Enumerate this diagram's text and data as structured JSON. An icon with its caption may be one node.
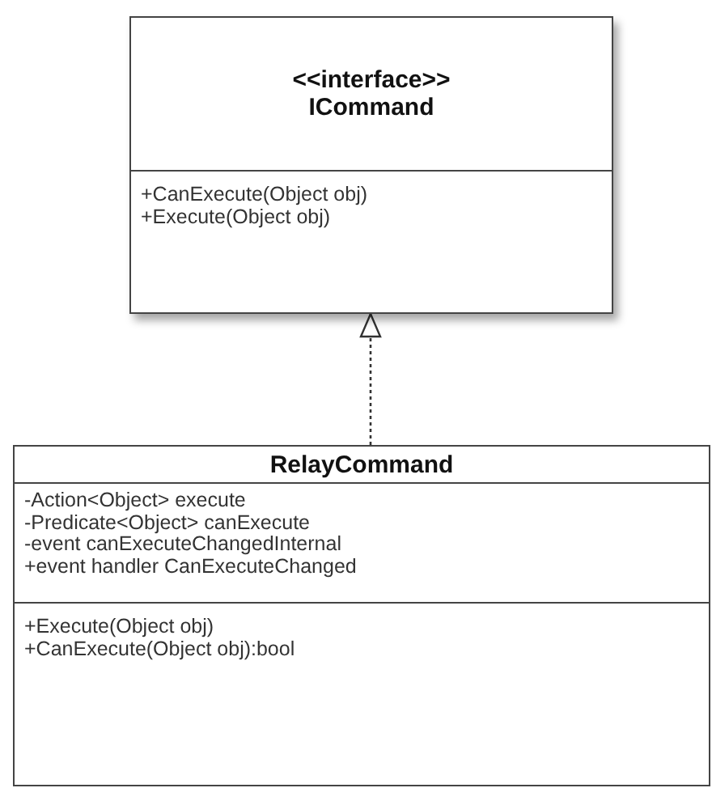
{
  "diagram": {
    "nodes": [
      {
        "text": [
          "<<interface>>",
          "ICommand",
          "+CanExecute(Object obj)",
          "+Execute(Object obj)"
        ]
      },
      {
        "text": [
          "RelayCommand",
          "-Action<Object> execute",
          "-Predicate<Object> canExecute",
          "-event canExecuteChangedInternal",
          "+event handler CanExecuteChanged",
          "+Execute(Object obj)",
          "+CanExecute(Object obj):bool"
        ]
      }
    ],
    "edges": [
      {
        "from": 1,
        "to": 0,
        "arrow": "to",
        "style": "dashed"
      }
    ]
  }
}
